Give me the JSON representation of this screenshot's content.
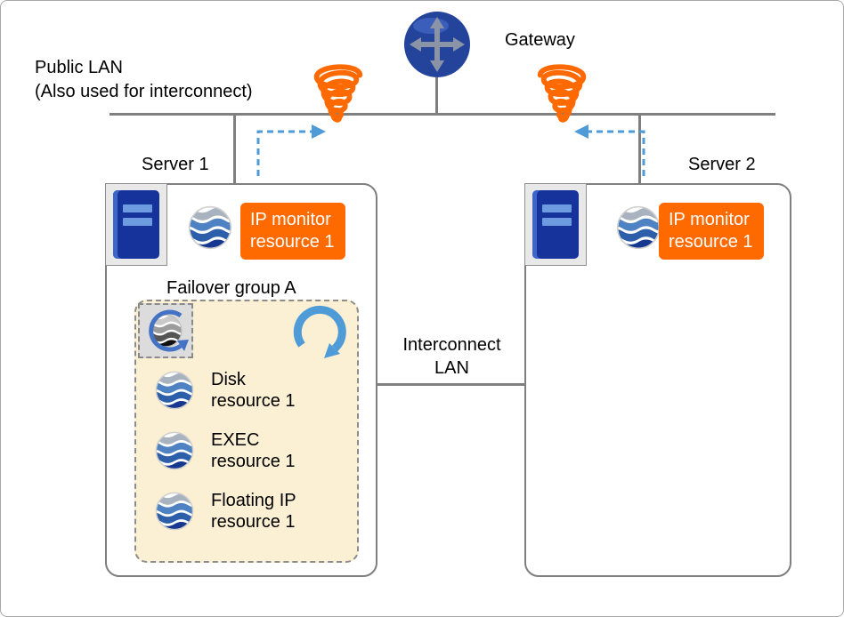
{
  "colors": {
    "orange": "#FF6A00",
    "blue-accent": "#4F9BD8",
    "line-gray": "#7F7F7F",
    "beige": "#FBF0D3",
    "navy": "#24449C"
  },
  "top": {
    "public_lan_line1": "Public LAN",
    "public_lan_line2": "(Also used for interconnect)",
    "gateway_label": "Gateway"
  },
  "servers": [
    {
      "name": "Server 1",
      "monitor_line1": "IP monitor",
      "monitor_line2": "resource 1"
    },
    {
      "name": "Server 2",
      "monitor_line1": "IP monitor",
      "monitor_line2": "resource 1"
    }
  ],
  "failover_group": {
    "title": "Failover group A",
    "resources": [
      {
        "line1": "Disk",
        "line2": "resource 1"
      },
      {
        "line1": "EXEC",
        "line2": "resource 1"
      },
      {
        "line1": "Floating IP",
        "line2": "resource 1"
      }
    ]
  },
  "interconnect": {
    "line1": "Interconnect",
    "line2": "LAN"
  },
  "icons": {
    "gateway": "router-globe-icon",
    "server": "server-tower-icon",
    "resource": "cluster-resource-globe-icon",
    "group": "failover-group-globe-icon",
    "failover_arrow": "circular-failover-arrow-icon",
    "coil": "network-coil-icon",
    "monitor_arrow": "ping-dashed-arrow-icon"
  }
}
